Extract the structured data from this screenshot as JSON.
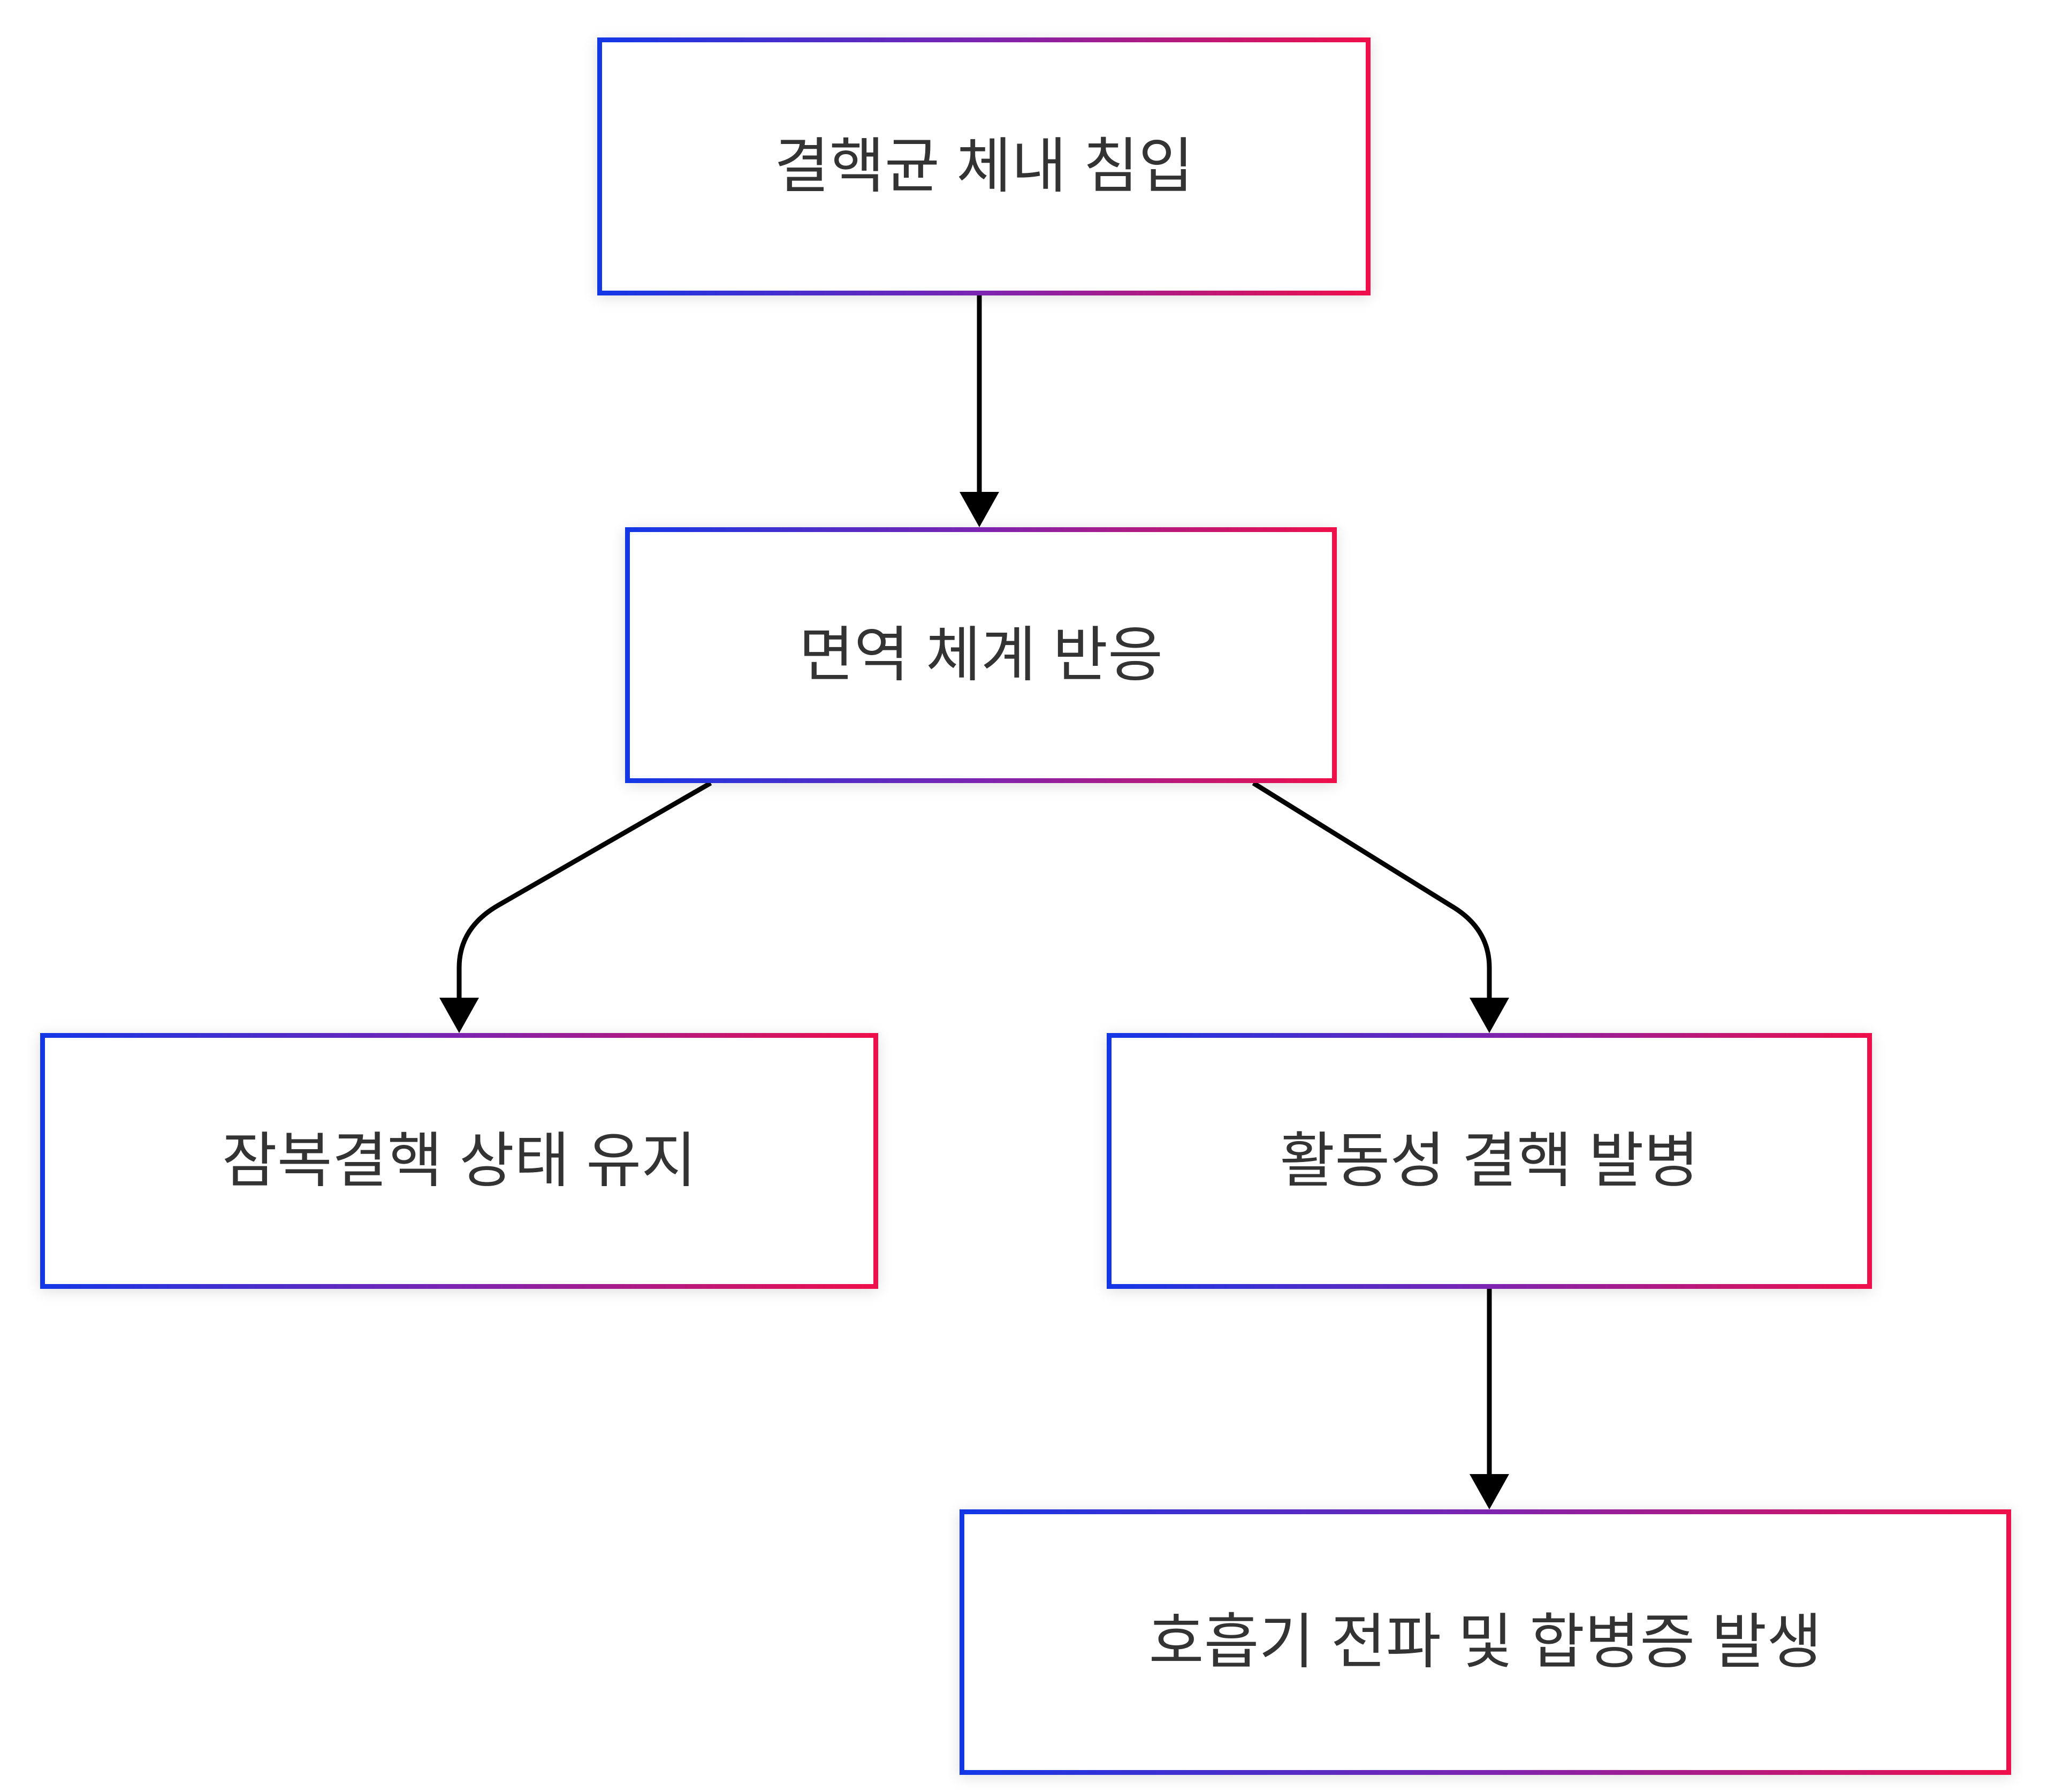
{
  "diagram": {
    "type": "flowchart",
    "direction": "top-down",
    "nodes": [
      {
        "id": "invasion",
        "label": "결핵균 체내 침입"
      },
      {
        "id": "immune",
        "label": "면역 체계 반응"
      },
      {
        "id": "latent",
        "label": "잠복결핵 상태 유지"
      },
      {
        "id": "active",
        "label": "활동성 결핵 발병"
      },
      {
        "id": "spread",
        "label": "호흡기 전파 및 합병증 발생"
      }
    ],
    "edges": [
      {
        "from": "invasion",
        "to": "immune"
      },
      {
        "from": "immune",
        "to": "latent"
      },
      {
        "from": "immune",
        "to": "active"
      },
      {
        "from": "active",
        "to": "spread"
      }
    ]
  },
  "colors": {
    "grad_start": "#1437e6",
    "grad_mid": "#7c24b0",
    "grad_end": "#ee0f4b",
    "arrow": "#000000",
    "text": "#333333",
    "node_bg": "#ffffff",
    "canvas_bg": "#ffffff"
  }
}
